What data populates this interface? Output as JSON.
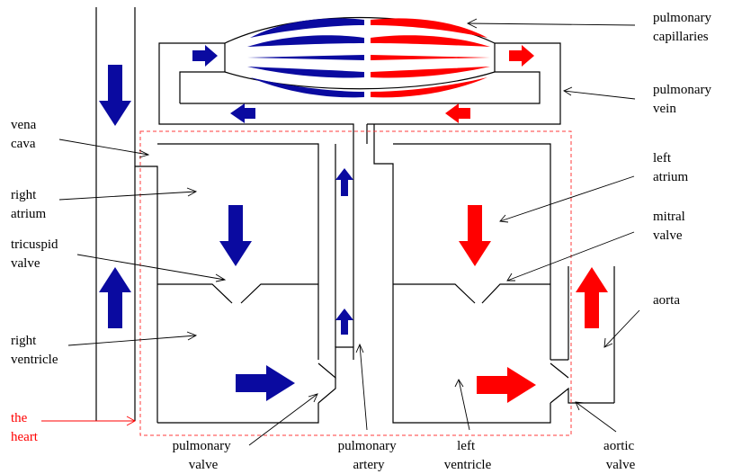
{
  "labels": {
    "pulmonary_capillaries": [
      "pulmonary",
      "capillaries"
    ],
    "pulmonary_vein": [
      "pulmonary",
      "vein"
    ],
    "vena_cava": [
      "vena",
      "cava"
    ],
    "right_atrium": [
      "right",
      "atrium"
    ],
    "tricuspid_valve": [
      "tricuspid",
      "valve"
    ],
    "right_ventricle": [
      "right",
      "ventricle"
    ],
    "the_heart": [
      "the",
      "heart"
    ],
    "left_atrium": [
      "left",
      "atrium"
    ],
    "mitral_valve": [
      "mitral",
      "valve"
    ],
    "aorta": [
      "aorta"
    ],
    "pulmonary_valve": [
      "pulmonary",
      "valve"
    ],
    "pulmonary_artery": [
      "pulmonary",
      "artery"
    ],
    "left_ventricle": [
      "left",
      "ventricle"
    ],
    "aortic_valve": [
      "aortic",
      "valve"
    ]
  },
  "colors": {
    "deoxygenated": "#0a0aa0",
    "oxygenated": "#ff0000",
    "heart_boundary": "#ff3b3b",
    "line": "#000000",
    "label_text": "#000000",
    "heart_label": "#ff0000"
  }
}
